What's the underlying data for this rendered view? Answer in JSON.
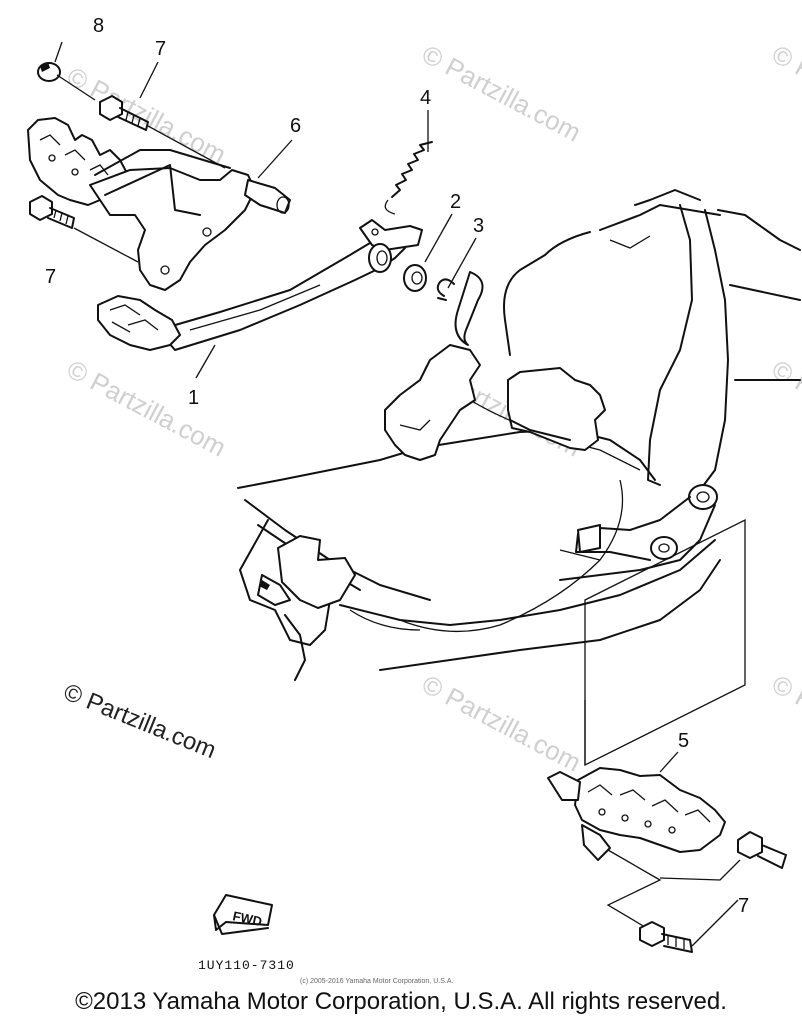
{
  "callouts": [
    {
      "id": "c8",
      "label": "8"
    },
    {
      "id": "c7a",
      "label": "7"
    },
    {
      "id": "c6",
      "label": "6"
    },
    {
      "id": "c4",
      "label": "4"
    },
    {
      "id": "c2",
      "label": "2"
    },
    {
      "id": "c3",
      "label": "3"
    },
    {
      "id": "c7b",
      "label": "7"
    },
    {
      "id": "c1",
      "label": "1"
    },
    {
      "id": "c5",
      "label": "5"
    },
    {
      "id": "c7c",
      "label": "7"
    }
  ],
  "watermark": {
    "text": "© Partzilla.com",
    "prominent_text": "© Partzilla.com",
    "color": "#cfcfcf"
  },
  "fwd_label": "FWD",
  "drawing_code": "1UY110-7310",
  "small_copyright": "(c) 2005-2016 Yamaha Motor Corporation, U.S.A.",
  "copyright": "©2013 Yamaha Motor Corporation, U.S.A. All rights reserved."
}
